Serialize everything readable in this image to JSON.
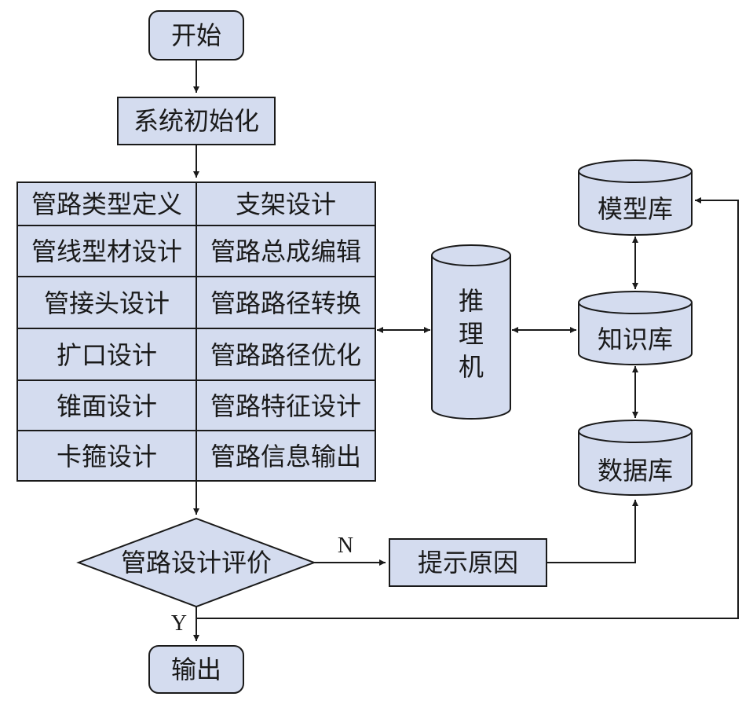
{
  "flow": {
    "start": "开始",
    "init": "系统初始化",
    "evaluate": "管路设计评价",
    "no_label": "N",
    "yes_label": "Y",
    "hint": "提示原因",
    "output": "输出"
  },
  "modules": {
    "left": [
      "管路类型定义",
      "管线型材设计",
      "管接头设计",
      "扩口设计",
      "锥面设计",
      "卡箍设计"
    ],
    "right": [
      "支架设计",
      "管路总成编辑",
      "管路路径转换",
      "管路路径优化",
      "管路特征设计",
      "管路信息输出"
    ]
  },
  "engine": {
    "chars": [
      "推",
      "理",
      "机"
    ]
  },
  "databases": {
    "model": "模型库",
    "knowledge": "知识库",
    "data": "数据库"
  },
  "colors": {
    "box_fill": "#d4dcef",
    "stroke": "#1a1a1a"
  }
}
